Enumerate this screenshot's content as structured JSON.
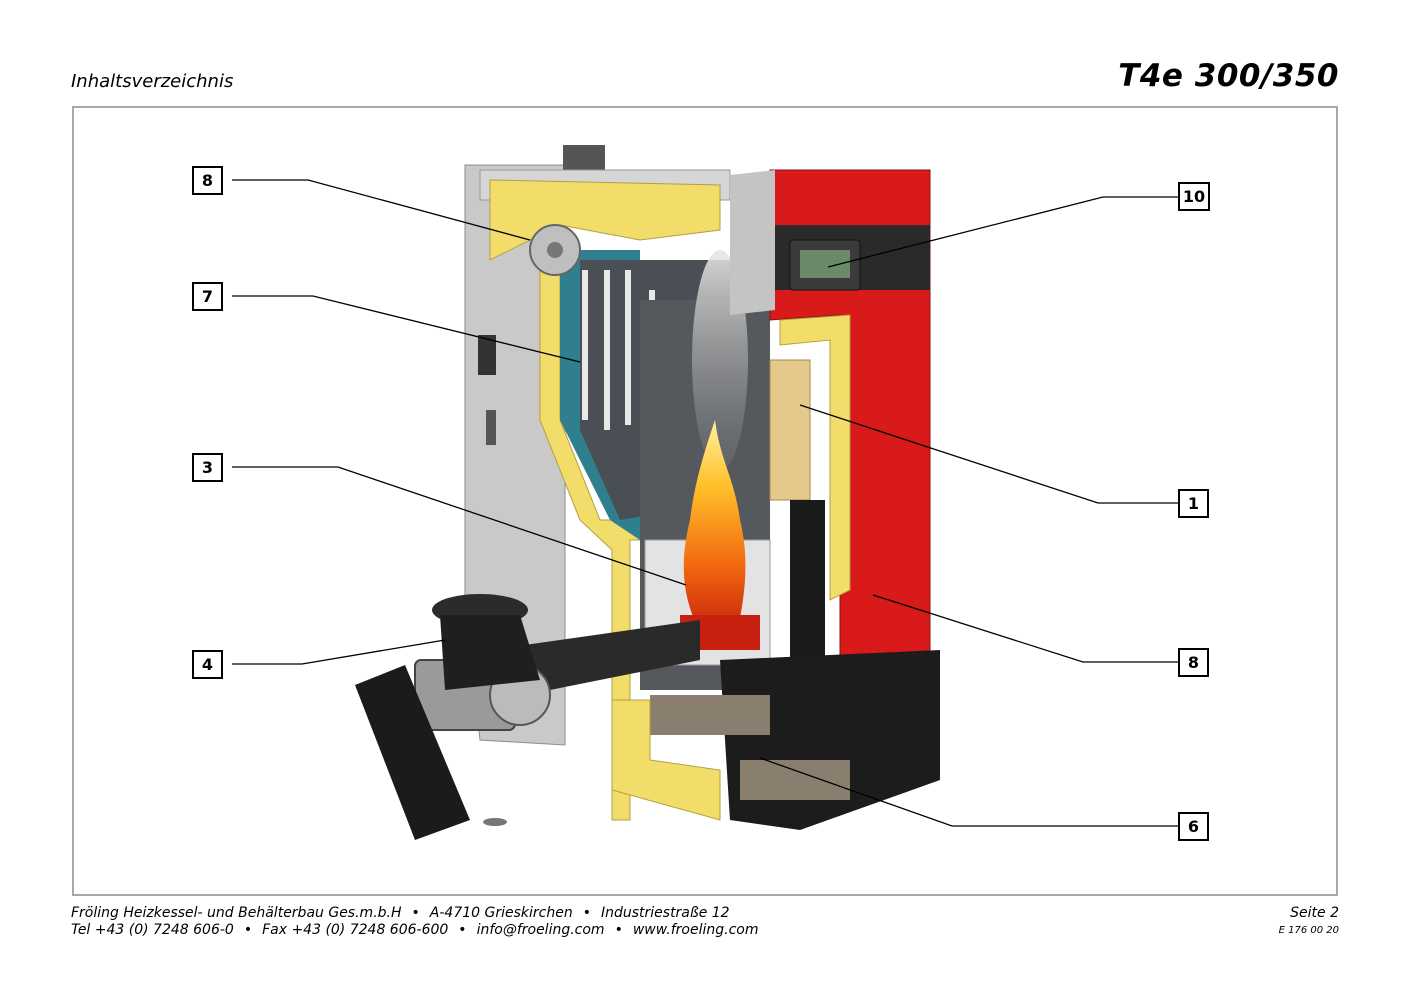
{
  "header": {
    "section": "Inhaltsverzeichnis",
    "model": "T4e 300/350"
  },
  "callouts": [
    {
      "id": "c8a",
      "label": "8"
    },
    {
      "id": "c7",
      "label": "7"
    },
    {
      "id": "c3",
      "label": "3"
    },
    {
      "id": "c4",
      "label": "4"
    },
    {
      "id": "c10",
      "label": "10"
    },
    {
      "id": "c1",
      "label": "1"
    },
    {
      "id": "c8b",
      "label": "8"
    },
    {
      "id": "c6",
      "label": "6"
    }
  ],
  "footer": {
    "company": "Fröling Heizkessel- und Behälterbau Ges.m.b.H",
    "city": "A-4710 Grieskirchen",
    "street": "Industriestraße 12",
    "tel": "Tel +43 (0) 7248 606-0",
    "fax": "Fax +43 (0) 7248 606-600",
    "email": "info@froeling.com",
    "web": "www.froeling.com",
    "bullet": "•",
    "page": "Seite 2",
    "doc_code": "E 176 00 20"
  },
  "colors": {
    "casing_red": "#d81a1a",
    "insulation_yellow": "#f2dc6a",
    "water_jacket_blue": "#2f7f8f",
    "frame_gray": "#a8a8a8"
  }
}
